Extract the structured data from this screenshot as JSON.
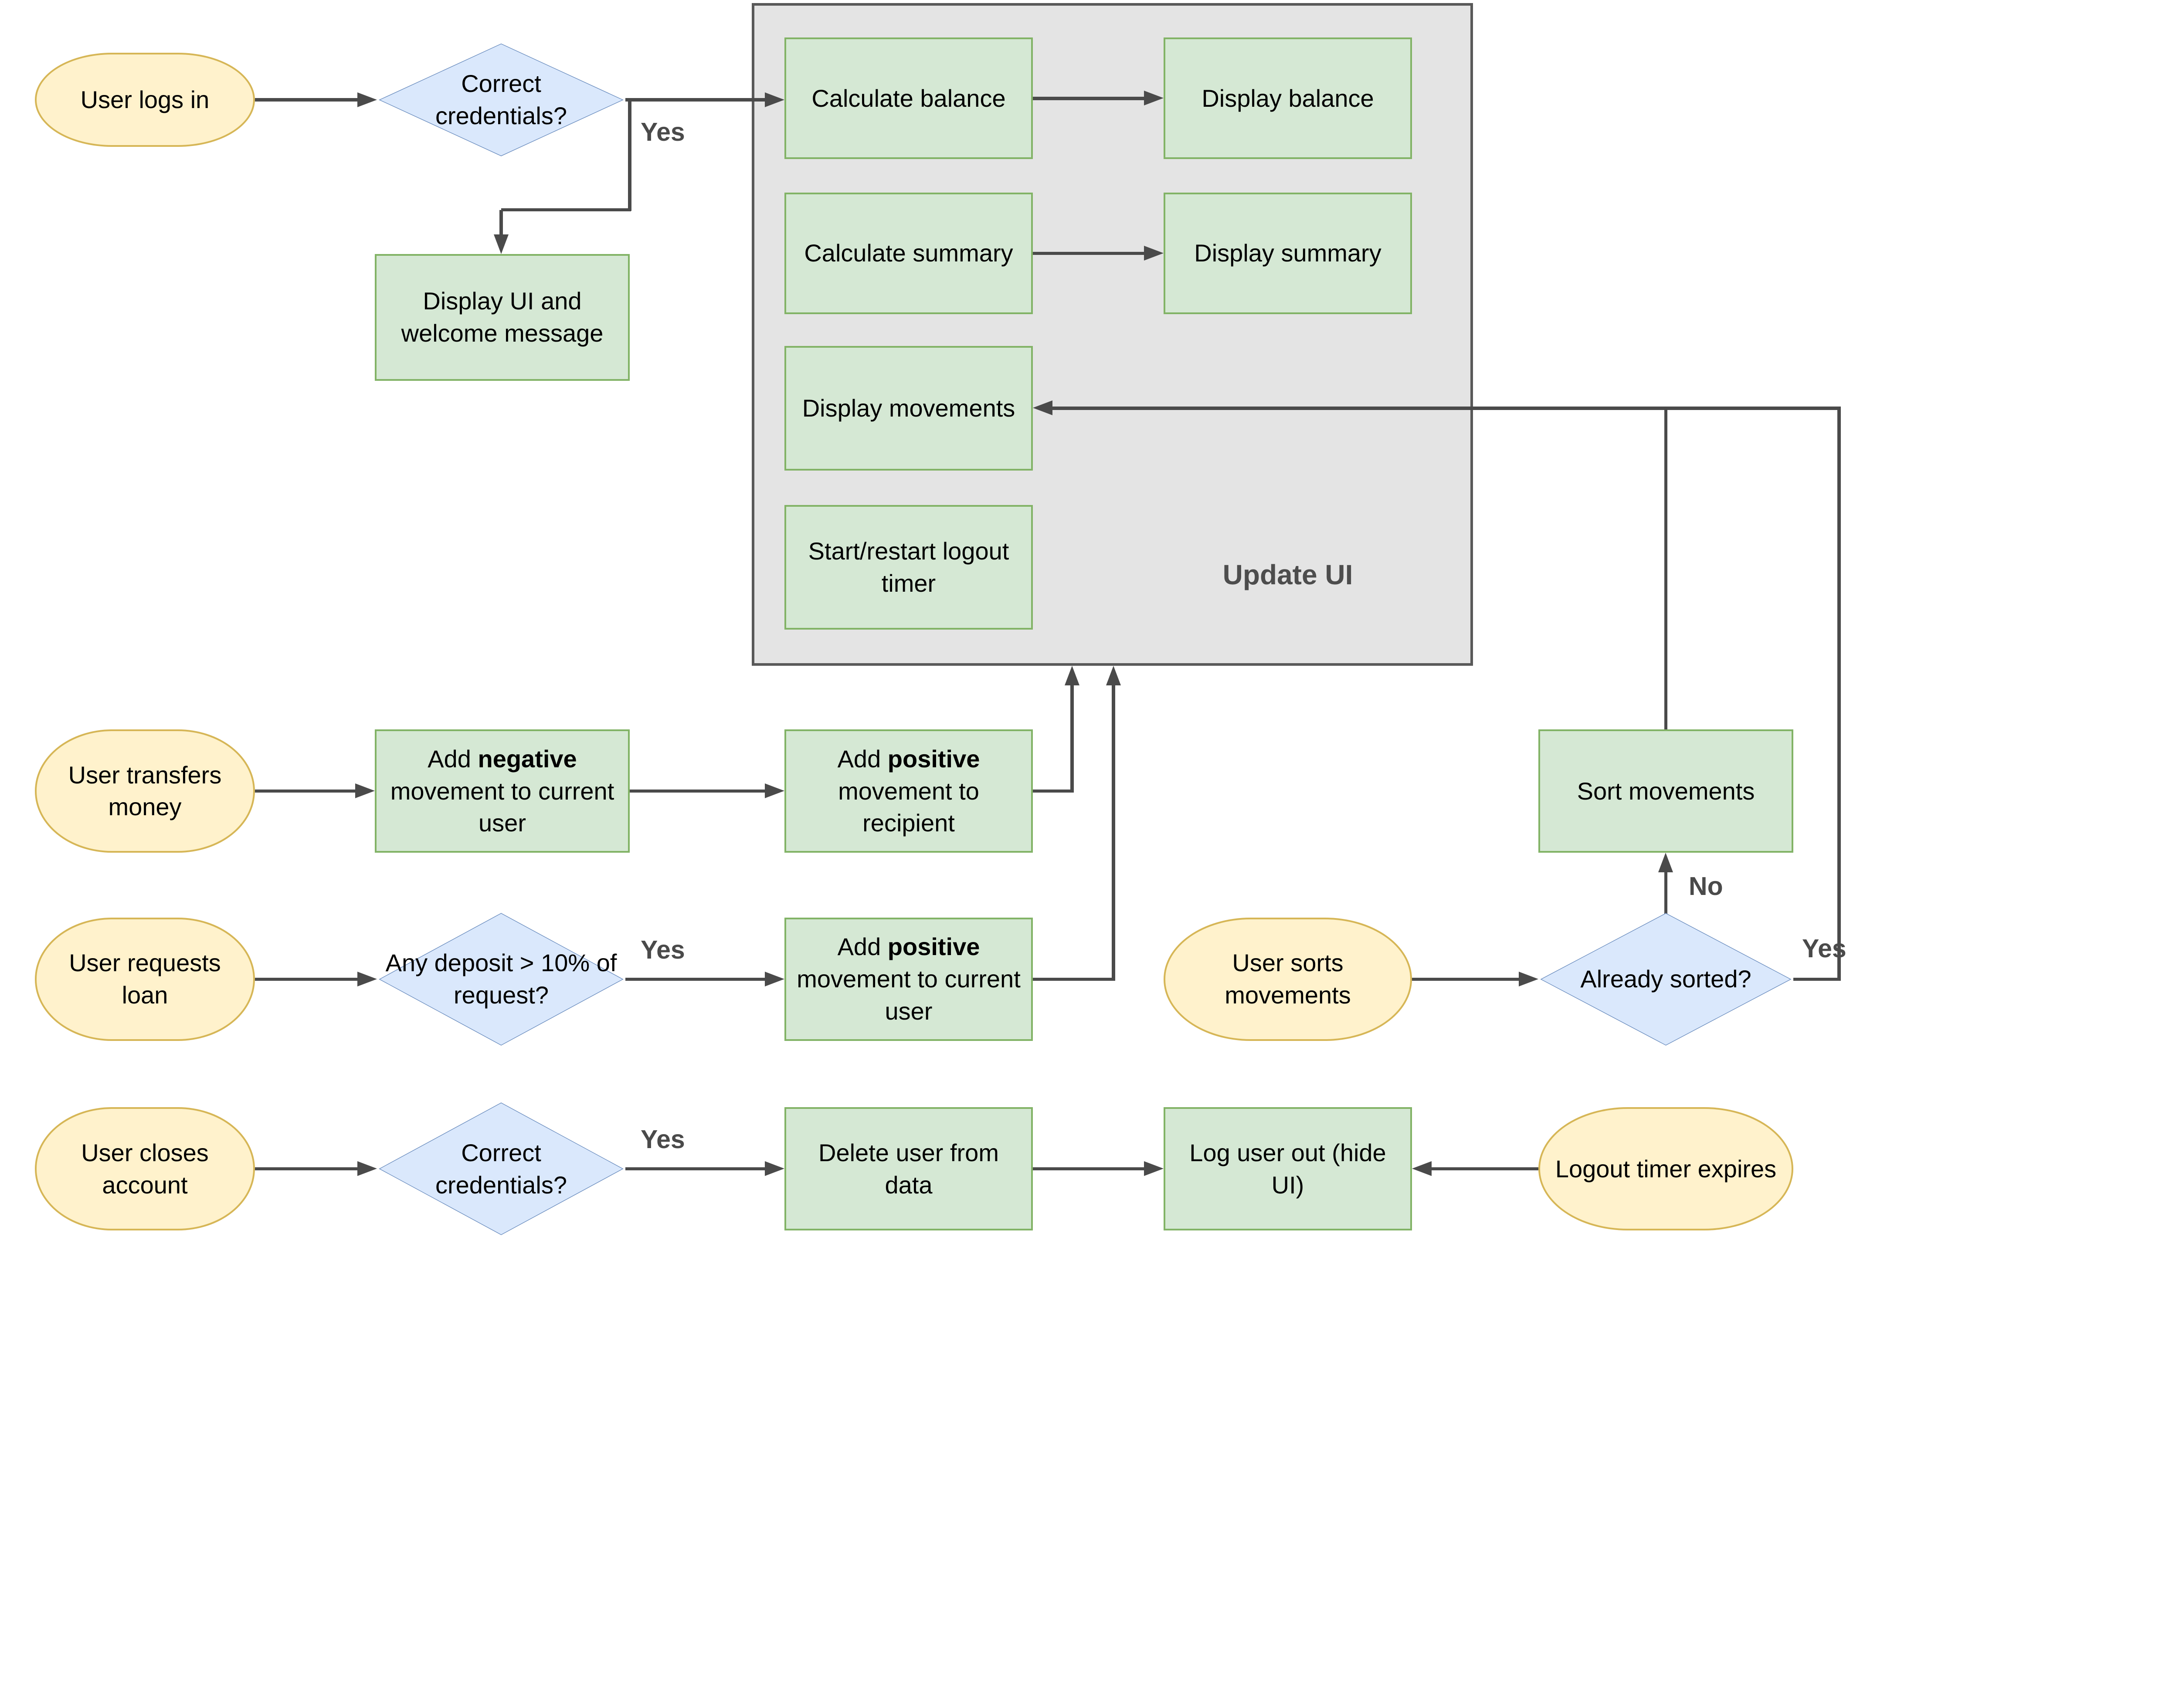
{
  "colors": {
    "terminal_fill": "#fff2cc",
    "terminal_border": "#d6b656",
    "decision_fill": "#dae8fc",
    "decision_border": "#6c8ebf",
    "process_fill": "#d5e8d4",
    "process_border": "#82b366",
    "container_fill": "#e4e4e4",
    "container_border": "#595959",
    "connector": "#4a4a4a",
    "text": "#000000"
  },
  "nodes": {
    "user_logs_in": "User logs in",
    "correct_credentials_1": "Correct credentials?",
    "display_ui": "Display UI and welcome message",
    "calculate_balance": "Calculate balance",
    "display_balance": "Display balance",
    "calculate_summary": "Calculate summary",
    "display_summary": "Display summary",
    "display_movements": "Display movements",
    "start_restart_logout_timer": "Start/restart logout timer",
    "update_ui": "Update UI",
    "user_transfers_money": "User transfers money",
    "add_negative": {
      "pre": "Add ",
      "bold": "negative",
      "post": " movement to current user"
    },
    "add_positive_recipient": {
      "pre": "Add ",
      "bold": "positive",
      "post": " movement to recipient"
    },
    "user_requests_loan": "User requests loan",
    "any_deposit": "Any deposit > 10% of request?",
    "add_positive_current": {
      "pre": "Add ",
      "bold": "positive",
      "post": " movement to current user"
    },
    "sort_movements": "Sort movements",
    "user_sorts_movements": "User sorts movements",
    "already_sorted": "Already sorted?",
    "user_closes_account": "User closes account",
    "correct_credentials_2": "Correct credentials?",
    "delete_user": "Delete user from data",
    "log_user_out": "Log user out (hide UI)",
    "logout_timer_expires": "Logout timer expires"
  },
  "edge_labels": {
    "yes_login": "Yes",
    "yes_loan": "Yes",
    "yes_sorted": "Yes",
    "yes_close": "Yes",
    "no_sorted": "No"
  }
}
